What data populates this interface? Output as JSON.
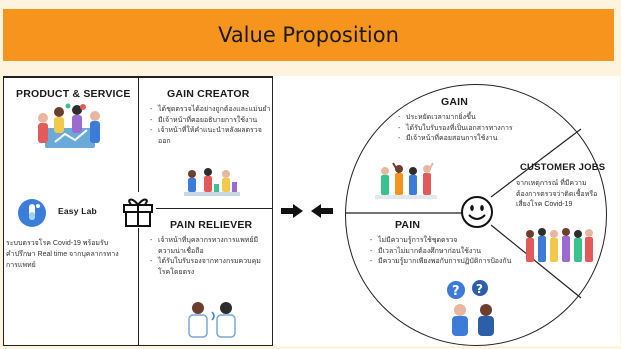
{
  "title": "Value Proposition",
  "colors": {
    "banner": "#f7941d",
    "background": "#fdf3df"
  },
  "product_service": {
    "heading": "PRODUCT & SERVICE",
    "brand": "Easy Lab",
    "description_lines": [
      "ระบบตรวจโรค Covid-19 พร้อมรับ",
      "คำปรึกษา Real time จากบุคลากรทาง",
      "การแพทย์"
    ]
  },
  "gain_creator": {
    "heading": "GAIN CREATOR",
    "items": [
      "ได้ชุดตรวจได้อย่างถูกต้องและแม่นยำ",
      "มีเจ้าหน้าที่คอยอธิบายการใช้งาน",
      "เจ้าหน้าที่ให้คำแนะนำหลังผลตรวจออก"
    ]
  },
  "pain_reliever": {
    "heading": "PAIN RELIEVER",
    "items": [
      "เจ้าหน้าที่บุคลากรทางการแพทย์มีความน่าเชื่อถือ",
      "ได้รับใบรับรองจากทางกรมควบคุมโรคโดยตรง"
    ]
  },
  "gain": {
    "heading": "GAIN",
    "items": [
      "ประหยัดเวลามากยิ่งขึ้น",
      "ได้รับใบรับรองที่เป็นเอกสารทางการ",
      "มีเจ้าหน้าที่คอยสอนการใช้งาน"
    ]
  },
  "customer_jobs": {
    "heading": "CUSTOMER JOBS",
    "items": [
      "จากเหตุการณ์ ที่มีความต้องการตรวจว่าติดเชื้อหรือเสี่ยงโรค Covid-19"
    ]
  },
  "pain": {
    "heading": "PAIN",
    "items": [
      "ไม่มีความรู้การใช้ชุดตรวจ",
      "มีเวลาไม่มากต้องศึกษาก่อนใช้งาน",
      "มีความรู้มากเพียงพอกับการปฏิบัติการป้องกัน"
    ]
  },
  "icons": [
    "gift-icon",
    "arrow-right-icon",
    "arrow-left-icon",
    "smiley-face-icon",
    "test-tube-logo-icon"
  ]
}
